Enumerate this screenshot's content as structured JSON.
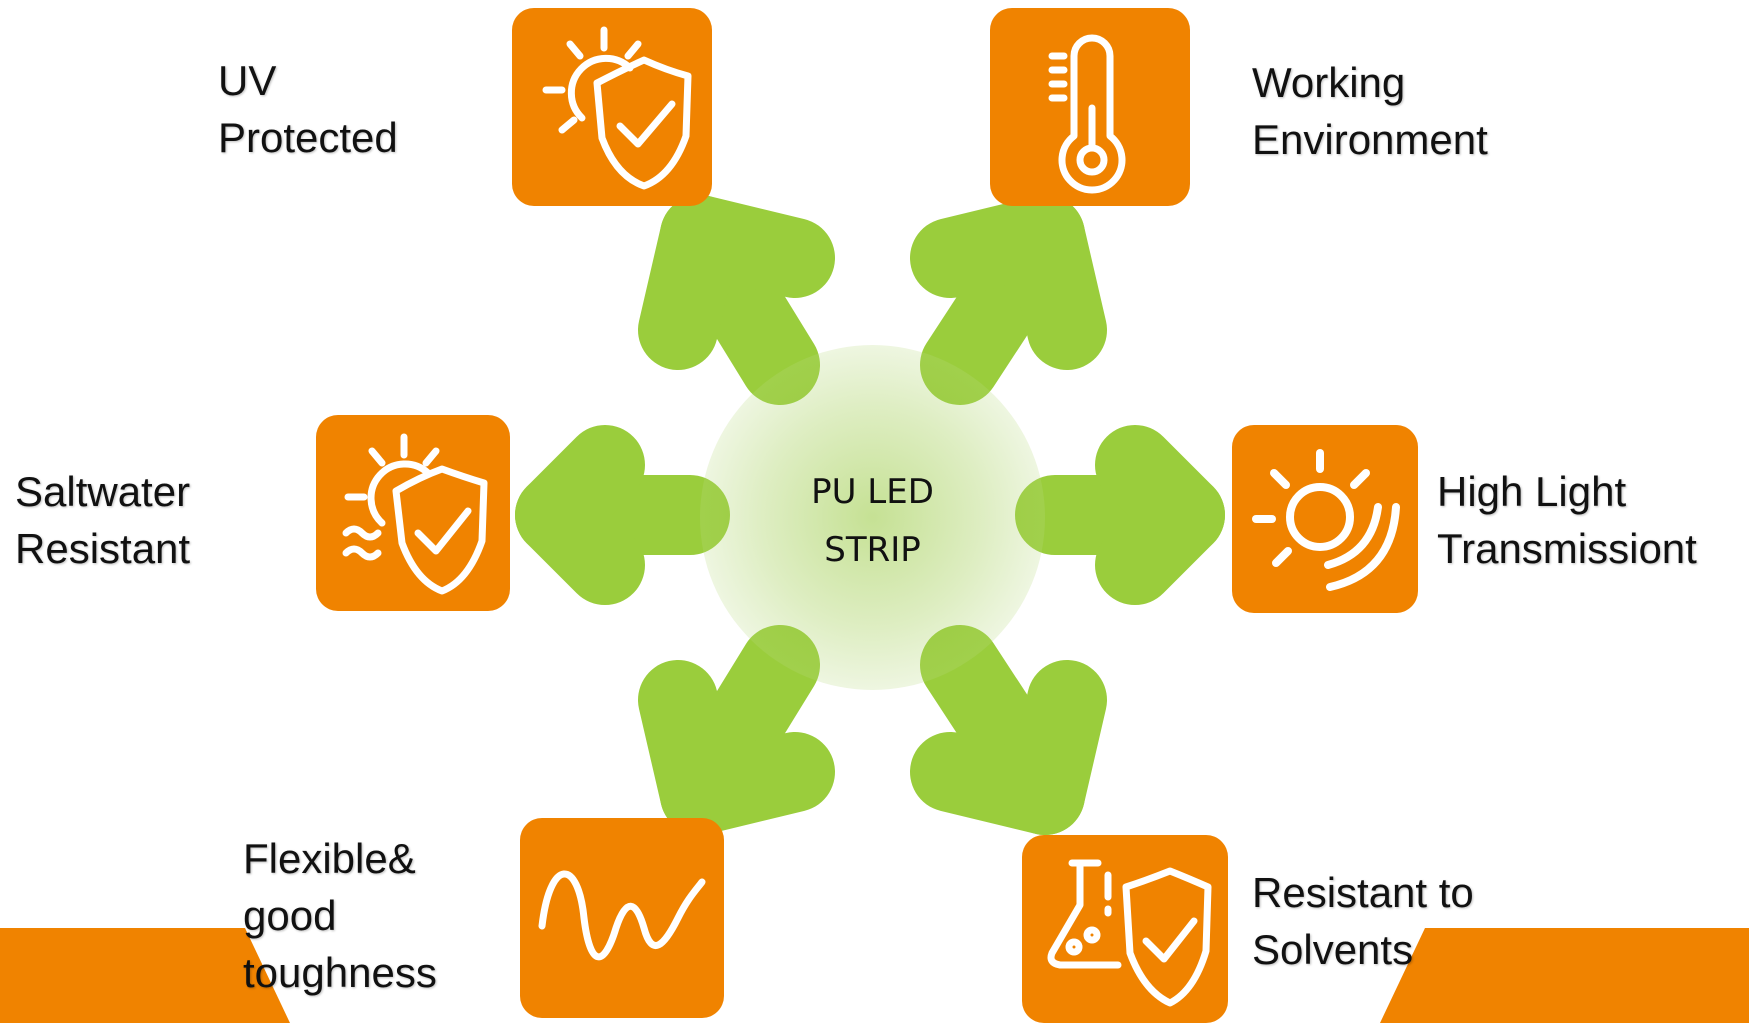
{
  "center": {
    "label_line1": "PU LED",
    "label_line2": "STRIP"
  },
  "features": [
    {
      "id": "uv",
      "line1": "UV",
      "line2": "Protected",
      "icon": "sun-shield-icon"
    },
    {
      "id": "working",
      "line1": "Working",
      "line2": "Environment",
      "icon": "thermometer-icon"
    },
    {
      "id": "saltwater",
      "line1": "Saltwater",
      "line2": "Resistant",
      "icon": "sun-wave-shield-icon"
    },
    {
      "id": "light",
      "line1": "High Light",
      "line2": "Transmissiont",
      "icon": "sun-rays-icon"
    },
    {
      "id": "flexible",
      "line1": "Flexible&",
      "line2": "good",
      "line3": "toughness",
      "icon": "wave-line-icon"
    },
    {
      "id": "solvents",
      "line1": "Resistant to",
      "line2": "Solvents",
      "icon": "flask-shield-icon"
    }
  ],
  "colors": {
    "icon_background": "#f08300",
    "arrow": "#9acd3c",
    "corner_accent": "#f08300"
  }
}
